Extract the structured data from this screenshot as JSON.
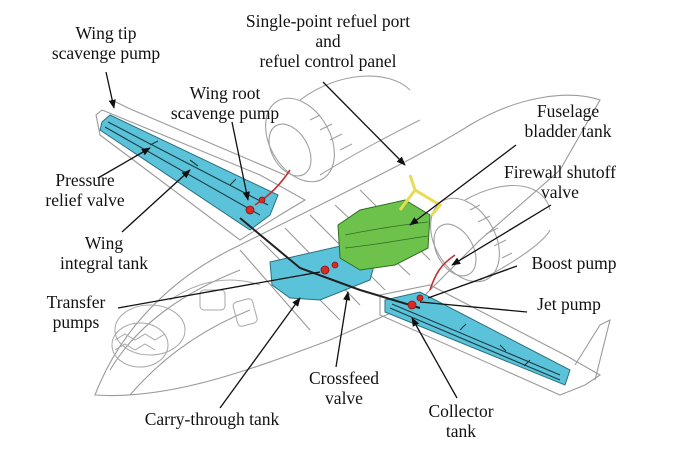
{
  "diagram": {
    "title": "Aircraft fuel system components",
    "colors": {
      "wing_tank": "#5bc3d9",
      "bladder_tank": "#6cc24a",
      "refuel_line": "#e8dc55",
      "pumps": "#d92a2a",
      "outline": "#9a9a9a",
      "leader": "#111111"
    },
    "labels": {
      "wing_tip_pump": [
        "Wing tip",
        "scavenge pump"
      ],
      "refuel_port": [
        "Single-point refuel port",
        "and",
        "refuel control panel"
      ],
      "wing_root_pump": [
        "Wing root",
        "scavenge pump"
      ],
      "fuselage_bladder": [
        "Fuselage",
        "bladder tank"
      ],
      "firewall_valve": [
        "Firewall shutoff",
        "valve"
      ],
      "pressure_relief": [
        "Pressure",
        "relief valve"
      ],
      "wing_integral": [
        "Wing",
        "integral tank"
      ],
      "boost_pump": [
        "Boost pump"
      ],
      "transfer_pumps": [
        "Transfer",
        "pumps"
      ],
      "jet_pump": [
        "Jet pump"
      ],
      "crossfeed_valve": [
        "Crossfeed",
        "valve"
      ],
      "carry_through": [
        "Carry-through tank"
      ],
      "collector_tank": [
        "Collector",
        "tank"
      ]
    }
  }
}
